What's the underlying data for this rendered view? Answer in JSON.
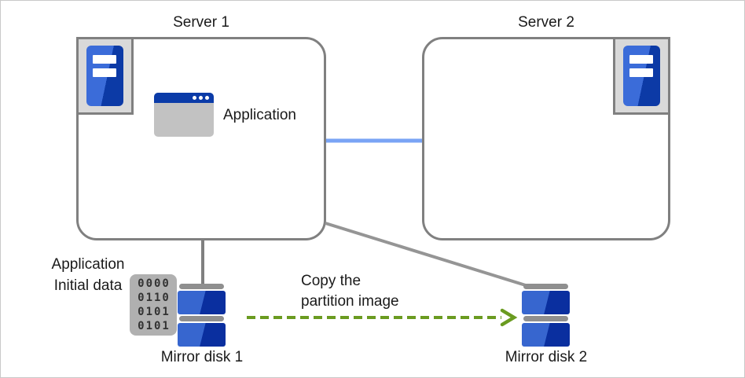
{
  "diagram": {
    "servers": [
      {
        "label": "Server 1"
      },
      {
        "label": "Server 2"
      }
    ],
    "application_label": "Application",
    "initial_data_note": {
      "line1": "Application",
      "line2": "Initial data"
    },
    "binary": {
      "rows": [
        "0000",
        "0110",
        "0101",
        "0101"
      ]
    },
    "copy_note": {
      "line1": "Copy the",
      "line2": "partition image"
    },
    "disks": [
      {
        "label": "Mirror disk 1"
      },
      {
        "label": "Mirror disk 2"
      }
    ],
    "colors": {
      "box_border_gray": "#808080",
      "server_blue_light": "#3b6cd9",
      "server_blue_dark": "#0c3aa6",
      "app_titlebar_blue": "#0b3ba8",
      "app_body_gray": "#c2c2c2",
      "disk_cap_gray": "#8f8f8f",
      "interconnect_blue": "#7aa4f5",
      "connector_gray": "#959595",
      "copy_arrow_green": "#6a9b20",
      "binary_block_gray": "#b0b0b0"
    }
  }
}
